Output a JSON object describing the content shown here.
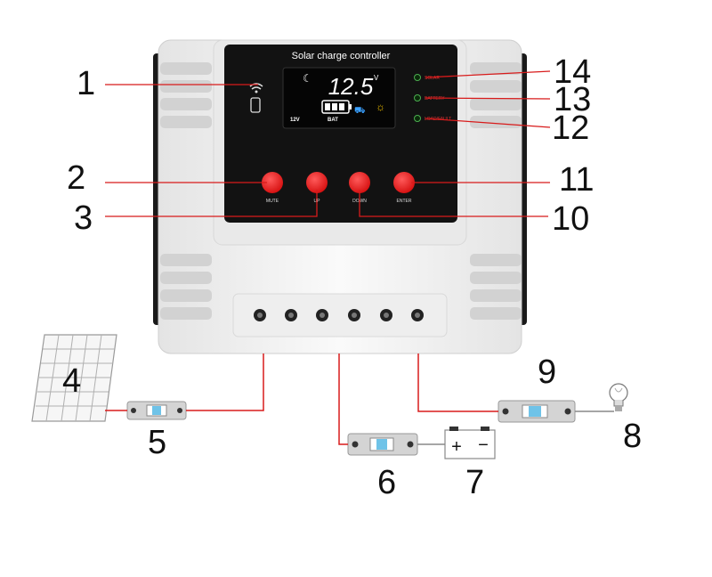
{
  "device": {
    "title": "Solar charge controller",
    "lcd": {
      "voltage": "12.5",
      "unit": "V",
      "system_voltage": "12V",
      "bat_label": "BAT"
    },
    "indicators": [
      {
        "label": "SOLAR"
      },
      {
        "label": "BATTERY"
      },
      {
        "label": "LOAD/FAULT"
      }
    ],
    "buttons": [
      {
        "label": "MUTE"
      },
      {
        "label": "UP"
      },
      {
        "label": "DOWN"
      },
      {
        "label": "ENTER"
      }
    ]
  },
  "callouts": {
    "c1": "1",
    "c2": "2",
    "c3": "3",
    "c4": "4",
    "c5": "5",
    "c6": "6",
    "c7": "7",
    "c8": "8",
    "c9": "9",
    "c10": "10",
    "c11": "11",
    "c12": "12",
    "c13": "13",
    "c14": "14"
  },
  "battery": {
    "plus": "+",
    "minus": "−"
  },
  "colors": {
    "leader": "#d81b1b",
    "body": "#f2f2f2",
    "panel": "#111111",
    "button": "#ee1c1c",
    "lcd_text": "#ffffff"
  }
}
